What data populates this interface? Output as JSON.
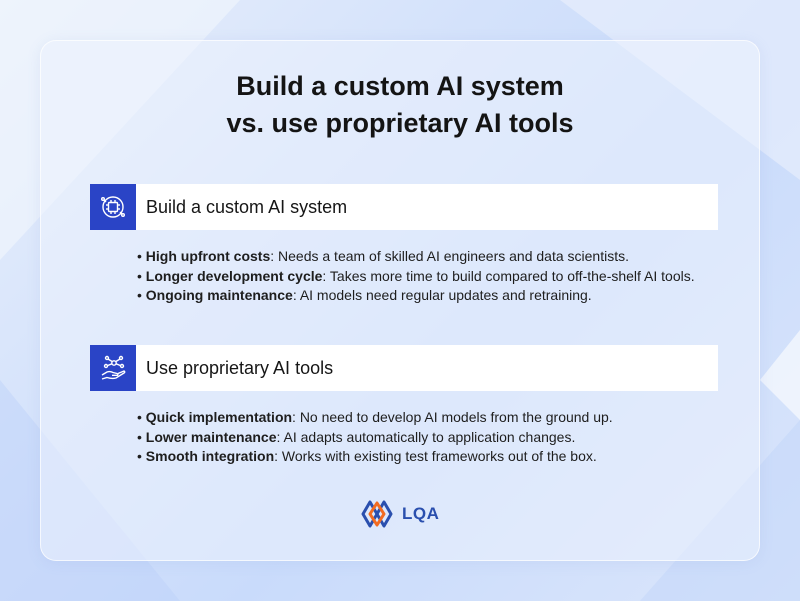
{
  "title": {
    "line1": "Build a custom AI system",
    "line2": "vs. use proprietary AI tools"
  },
  "sections": [
    {
      "heading": "Build a custom AI system",
      "icon": "ai-brain-chip-icon",
      "bullets": [
        {
          "bold": "High upfront costs",
          "text": ": Needs a team of skilled AI engineers and data scientists."
        },
        {
          "bold": "Longer development cycle",
          "text": ": Takes more time to build compared to off-the-shelf AI tools."
        },
        {
          "bold": "Ongoing maintenance",
          "text": ": AI models need regular updates and retraining."
        }
      ]
    },
    {
      "heading": "Use proprietary AI tools",
      "icon": "hand-network-icon",
      "bullets": [
        {
          "bold": "Quick implementation",
          "text": ": No need to develop AI models from the ground up."
        },
        {
          "bold": "Lower maintenance",
          "text": ": AI adapts automatically to application changes."
        },
        {
          "bold": "Smooth integration",
          "text": ": Works with existing test frameworks out of the box."
        }
      ]
    }
  ],
  "logo": {
    "text": "LQA",
    "colors": {
      "blue": "#2a4fae",
      "orange": "#f26b21"
    }
  },
  "colors": {
    "icon_bg": "#2a44c6",
    "background": "#d4e2fb"
  }
}
